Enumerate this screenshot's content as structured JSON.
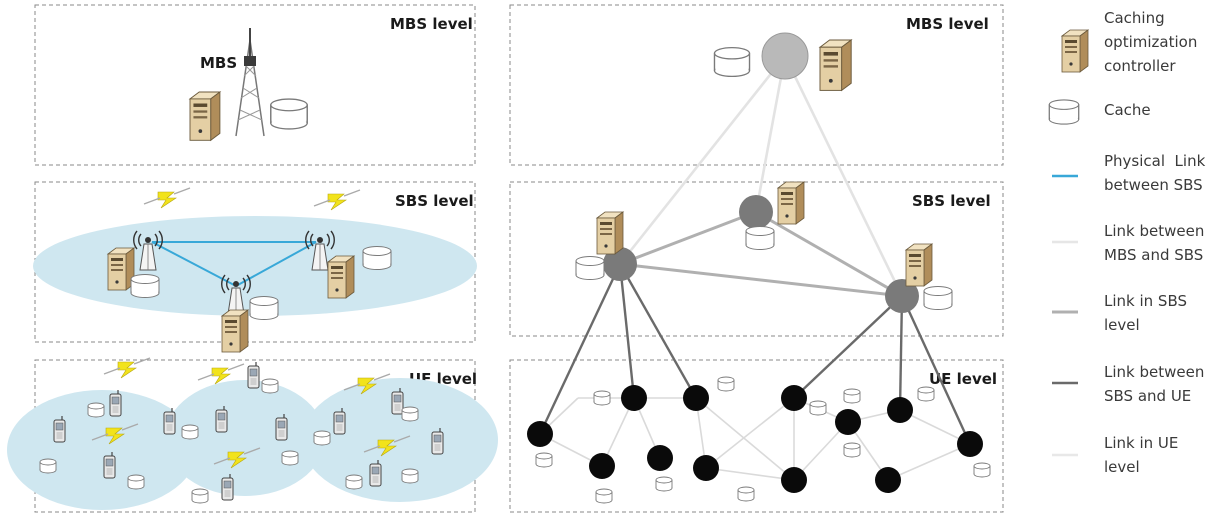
{
  "left_panel": {
    "mbs_level_label": "MBS level",
    "sbs_level_label": "SBS level",
    "ue_level_label": "UE level",
    "mbs_tower_label": "MBS"
  },
  "right_panel": {
    "mbs_level_label": "MBS level",
    "sbs_level_label": "SBS level",
    "ue_level_label": "UE level"
  },
  "legend": {
    "items": [
      {
        "text": "Caching optimization controller",
        "lines": [
          "Caching",
          "optimization",
          "controller"
        ],
        "icon": "server-icon"
      },
      {
        "text": "Cache",
        "lines": [
          "Cache"
        ],
        "icon": "cache-cylinder-icon"
      },
      {
        "text": "Physical Link between SBS",
        "lines": [
          "Physical  Link",
          "between SBS"
        ],
        "icon": "line-icon",
        "color": "#38a8d8"
      },
      {
        "text": "Link between MBS and SBS",
        "lines": [
          "Link between",
          "MBS and SBS"
        ],
        "icon": "line-icon",
        "color": "#e6e6e6"
      },
      {
        "text": "Link in SBS level",
        "lines": [
          "Link in SBS",
          "level"
        ],
        "icon": "line-icon",
        "color": "#b0b0b0"
      },
      {
        "text": "Link between SBS and UE",
        "lines": [
          "Link between",
          "SBS and UE"
        ],
        "icon": "line-icon",
        "color": "#6a6a6a"
      },
      {
        "text": "Link in UE level",
        "lines": [
          "Link in UE",
          "level"
        ],
        "icon": "line-icon",
        "color": "#e8e8e8"
      }
    ]
  },
  "colors": {
    "coverage_fill": "#cfe7f0",
    "physical_link": "#38a8d8",
    "mbs_node": "#b9b9b9",
    "sbs_node": "#7a7a7a",
    "ue_node": "#0a0a0a",
    "box_border": "#8a8a8a",
    "lightning": "#f2e31b"
  }
}
